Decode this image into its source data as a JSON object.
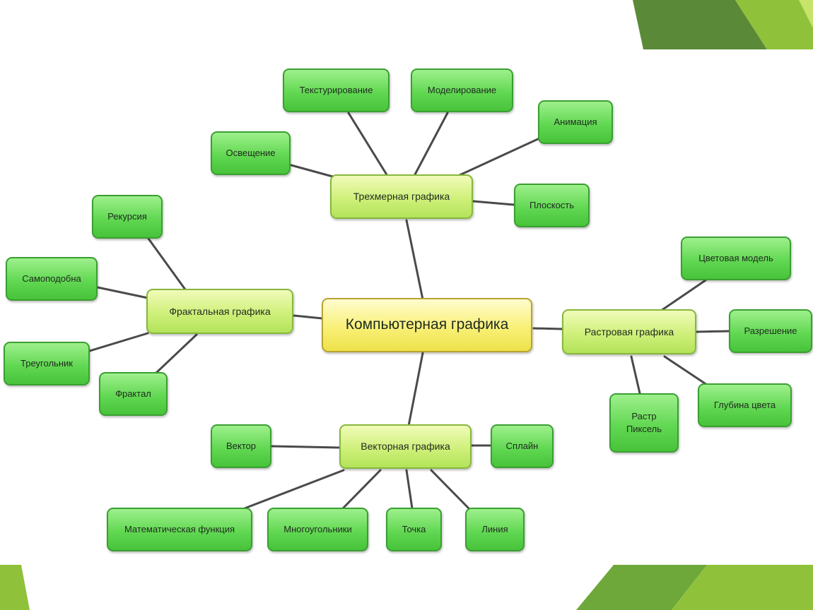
{
  "decor_colors": {
    "dark_green": "#5a8a37",
    "light_green": "#8fc23a",
    "mid_green": "#6fa83a"
  },
  "diagram": {
    "root": {
      "id": "root",
      "label": "Компьютерная графика"
    },
    "branches": [
      {
        "id": "b3d",
        "label": "Трехмерная графика"
      },
      {
        "id": "bfrac",
        "label": "Фрактальная графика"
      },
      {
        "id": "brast",
        "label": "Растровая графика"
      },
      {
        "id": "bvec",
        "label": "Векторная графика"
      }
    ],
    "leaves": [
      {
        "id": "tex",
        "parent": "b3d",
        "label": "Текстурирование"
      },
      {
        "id": "model",
        "parent": "b3d",
        "label": "Моделирование"
      },
      {
        "id": "anim",
        "parent": "b3d",
        "label": "Анимация"
      },
      {
        "id": "light",
        "parent": "b3d",
        "label": "Освещение"
      },
      {
        "id": "plane",
        "parent": "b3d",
        "label": "Плоскость"
      },
      {
        "id": "recur",
        "parent": "bfrac",
        "label": "Рекурсия"
      },
      {
        "id": "selfsim",
        "parent": "bfrac",
        "label": "Самоподобна"
      },
      {
        "id": "tri",
        "parent": "bfrac",
        "label": "Треугольник"
      },
      {
        "id": "fractal",
        "parent": "bfrac",
        "label": "Фрактал"
      },
      {
        "id": "colormodel",
        "parent": "brast",
        "label": "Цветовая модель"
      },
      {
        "id": "resol",
        "parent": "brast",
        "label": "Разрешение"
      },
      {
        "id": "depth",
        "parent": "brast",
        "label": "Глубина цвета"
      },
      {
        "id": "raster",
        "parent": "brast",
        "label": "Растр\nПиксель"
      },
      {
        "id": "vector",
        "parent": "bvec",
        "label": "Вектор"
      },
      {
        "id": "spline",
        "parent": "bvec",
        "label": "Сплайн"
      },
      {
        "id": "mathf",
        "parent": "bvec",
        "label": "Математическая функция"
      },
      {
        "id": "poly",
        "parent": "bvec",
        "label": "Многоугольники"
      },
      {
        "id": "point",
        "parent": "bvec",
        "label": "Точка"
      },
      {
        "id": "line",
        "parent": "bvec",
        "label": "Линия"
      }
    ]
  }
}
